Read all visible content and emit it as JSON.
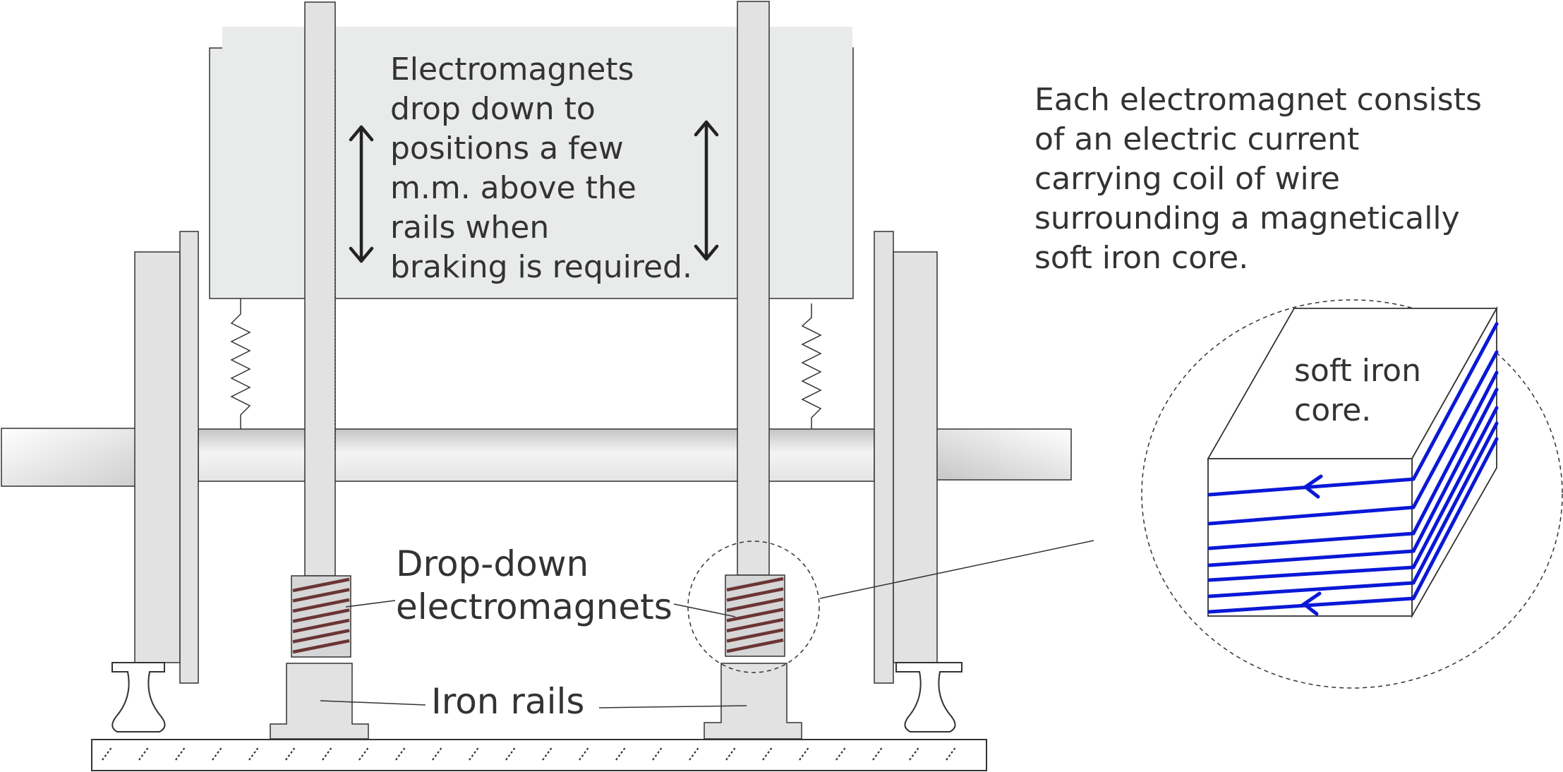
{
  "labels": {
    "drop_text": [
      "Electromagnets",
      "drop down to",
      "positions a few",
      "m.m. above the",
      "rails when",
      "braking is required."
    ],
    "each_text": [
      "Each electromagnet consists",
      "of an electric current",
      "carrying coil of wire",
      "surrounding a magnetically",
      "soft iron core."
    ],
    "core_text": [
      "soft iron",
      "core."
    ],
    "electromagnets_label": [
      "Drop-down",
      "electromagnets"
    ],
    "rails_label": "Iron rails"
  },
  "colors": {
    "panel": "#e9ebea",
    "stroke": "#333333",
    "coil": "#6b3535",
    "wire": "#0a18d6",
    "text": "#333333"
  }
}
